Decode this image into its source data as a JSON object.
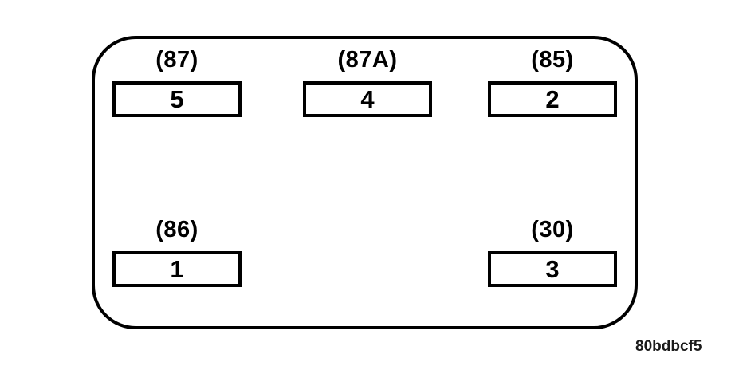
{
  "diagram": {
    "type": "relay-terminal-pinout",
    "figure_code": "80bdbcf5",
    "colors": {
      "line": "#000000",
      "background": "#ffffff"
    },
    "pins": [
      {
        "terminal_label": "(87)",
        "cavity": "5",
        "row": "top",
        "column": "left"
      },
      {
        "terminal_label": "(87A)",
        "cavity": "4",
        "row": "top",
        "column": "center"
      },
      {
        "terminal_label": "(85)",
        "cavity": "2",
        "row": "top",
        "column": "right"
      },
      {
        "terminal_label": "(86)",
        "cavity": "1",
        "row": "bottom",
        "column": "left"
      },
      {
        "terminal_label": "(30)",
        "cavity": "3",
        "row": "bottom",
        "column": "right"
      }
    ]
  }
}
